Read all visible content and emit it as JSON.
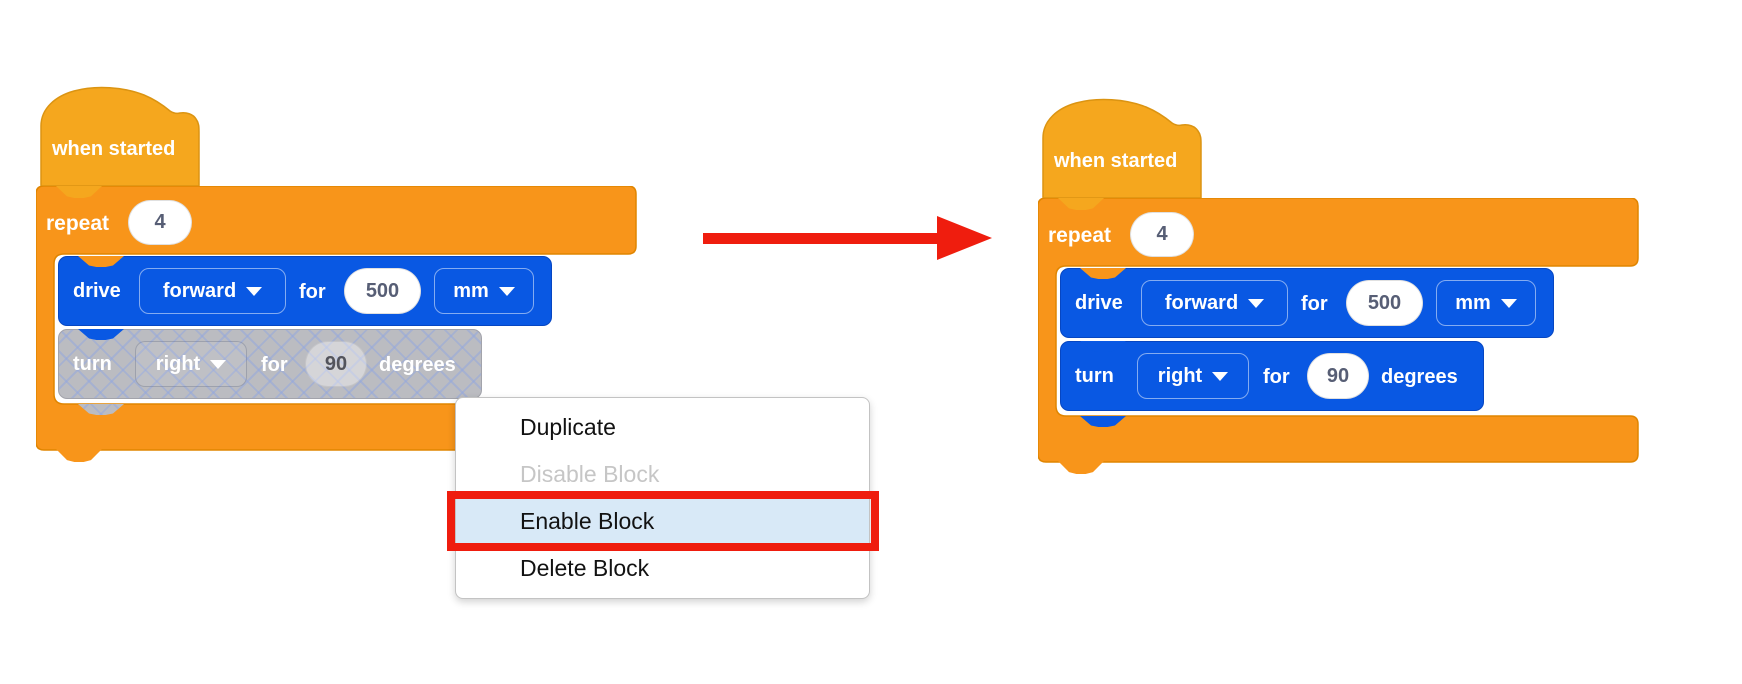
{
  "left_stack": {
    "when_started_label": "when started",
    "repeat_label": "repeat",
    "repeat_count": "4",
    "drive": {
      "label": "drive",
      "direction": "forward",
      "for_label": "for",
      "value": "500",
      "unit": "mm"
    },
    "turn": {
      "label": "turn",
      "direction": "right",
      "for_label": "for",
      "value": "90",
      "unit_label": "degrees",
      "state": "disabled"
    }
  },
  "right_stack": {
    "when_started_label": "when started",
    "repeat_label": "repeat",
    "repeat_count": "4",
    "drive": {
      "label": "drive",
      "direction": "forward",
      "for_label": "for",
      "value": "500",
      "unit": "mm"
    },
    "turn": {
      "label": "turn",
      "direction": "right",
      "for_label": "for",
      "value": "90",
      "unit_label": "degrees",
      "state": "enabled"
    }
  },
  "context_menu": {
    "items": [
      {
        "label": "Duplicate",
        "state": "normal"
      },
      {
        "label": "Disable Block",
        "state": "disabled"
      },
      {
        "label": "Enable Block",
        "state": "highlighted"
      },
      {
        "label": "Delete Block",
        "state": "normal"
      }
    ]
  },
  "icons": {
    "dropdown_caret": "caret-down",
    "repeat_loop": "curved-arrow-up",
    "transition_arrow": "red-arrow-right"
  },
  "colors": {
    "hat_yellow": "#F5A71E",
    "c_block_orange": "#F8951A",
    "drive_blue": "#0958E3",
    "disabled_gray": "#BBBCC1",
    "highlight_red": "#EF1D0E",
    "menu_highlight_blue": "#D8E9F7",
    "value_text": "#575E75"
  }
}
